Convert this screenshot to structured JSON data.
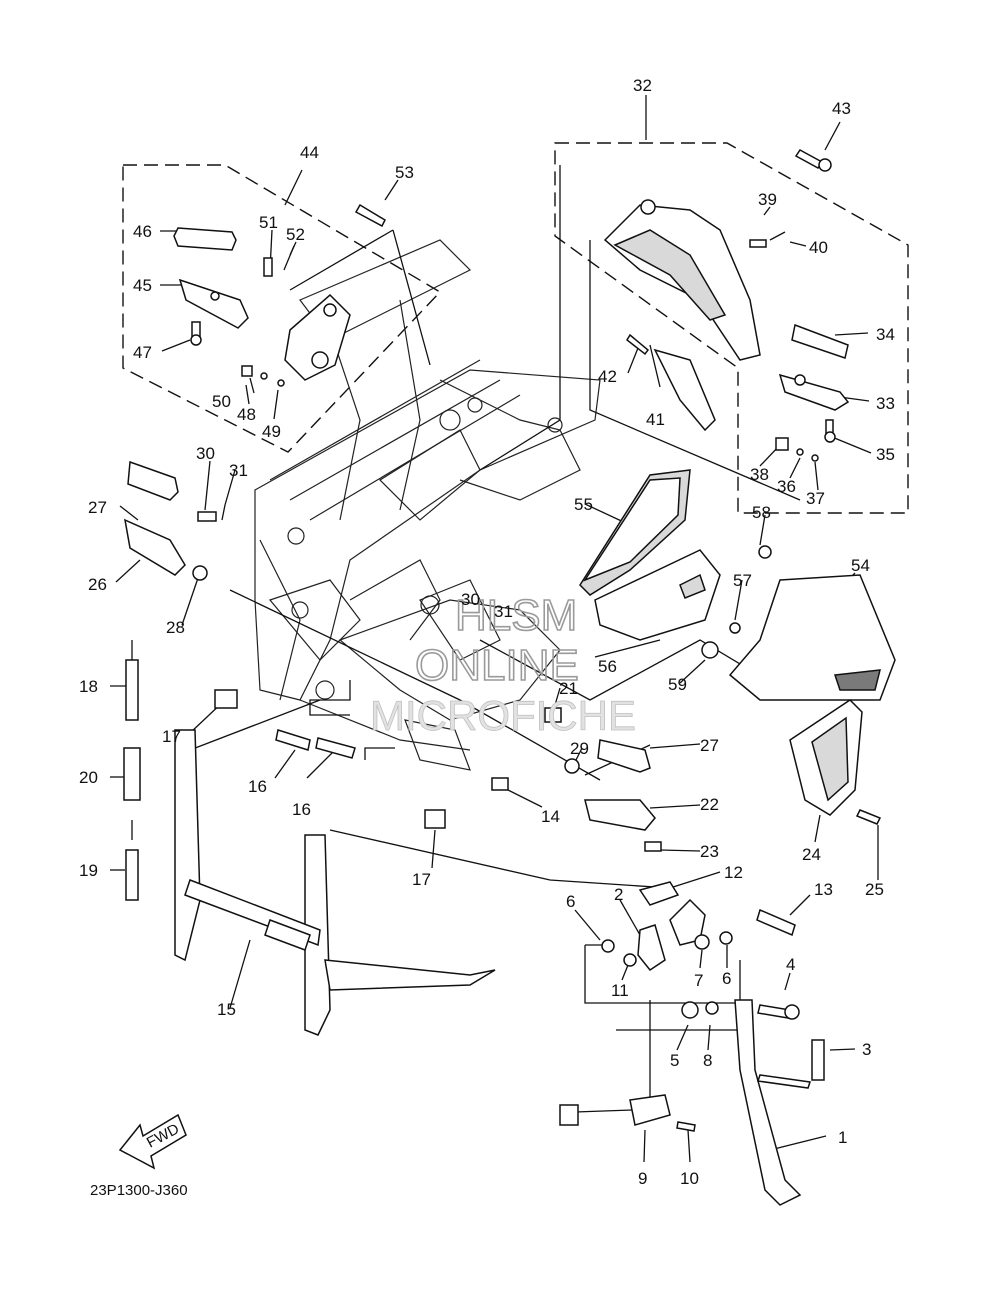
{
  "diagram_code": "23P1300-J360",
  "fwd_label": "FWD",
  "watermark": {
    "line1": "HLSM",
    "line2": "ONLINE",
    "line3": "MICROFICHE"
  },
  "callouts": [
    "1",
    "2",
    "3",
    "4",
    "5",
    "6",
    "6",
    "7",
    "8",
    "9",
    "10",
    "11",
    "12",
    "13",
    "14",
    "15",
    "16",
    "16",
    "17",
    "17",
    "18",
    "19",
    "20",
    "21",
    "22",
    "23",
    "24",
    "25",
    "26",
    "27",
    "27",
    "28",
    "29",
    "30",
    "30",
    "31",
    "31",
    "32",
    "33",
    "34",
    "35",
    "36",
    "37",
    "38",
    "39",
    "40",
    "41",
    "42",
    "43",
    "44",
    "45",
    "46",
    "47",
    "48",
    "49",
    "50",
    "51",
    "52",
    "53",
    "54",
    "55",
    "56",
    "57",
    "58",
    "59"
  ]
}
